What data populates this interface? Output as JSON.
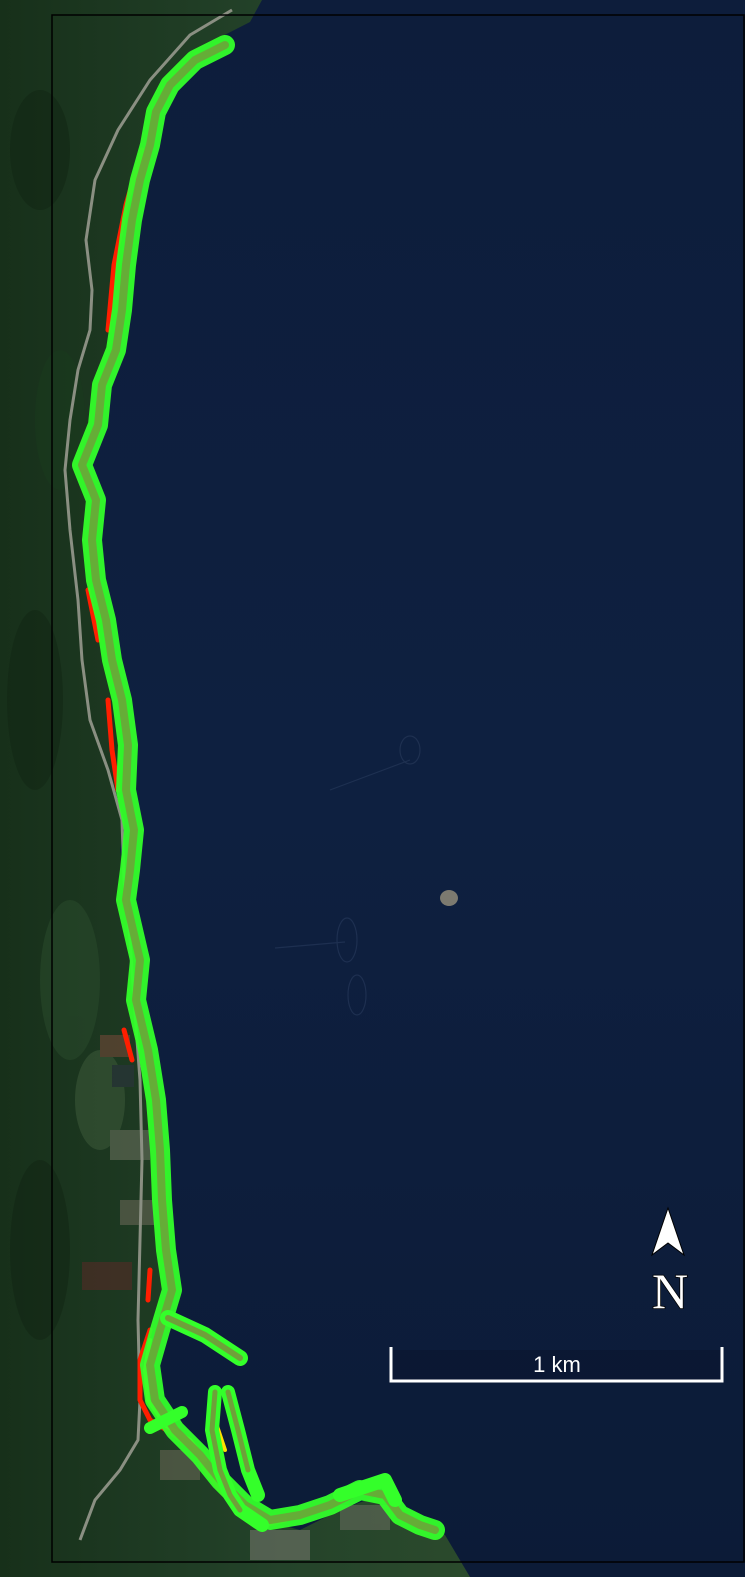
{
  "map": {
    "type": "satellite coastline overlay",
    "colors": {
      "land": "#1f3a22",
      "land_dark": "#152c18",
      "sea": "#0e1f3d",
      "sea_deep": "#0b1a35",
      "coast_band_green": "#34ff2a",
      "coast_band_fill": "#6fa03a",
      "coast_edge_red": "#ff1e00",
      "coast_edge_yellow": "#ffe100",
      "road": "#8a8f82",
      "frame": "#000000",
      "overlay_white": "#ffffff"
    }
  },
  "scale_bar": {
    "label": "1 km"
  },
  "north_arrow": {
    "label": "N",
    "icon": "north-arrow-icon"
  }
}
